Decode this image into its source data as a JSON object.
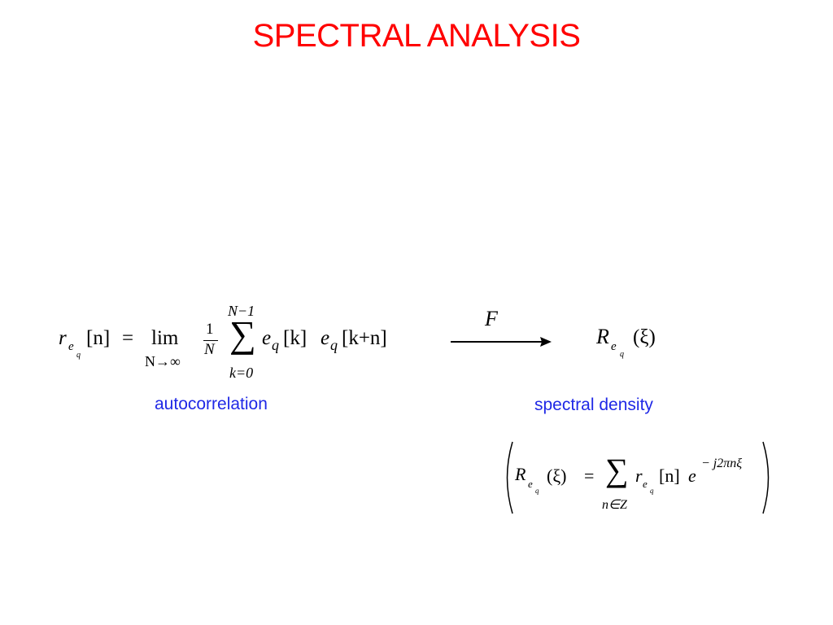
{
  "slide": {
    "title": "SPECTRAL ANALYSIS"
  },
  "autocorrelation": {
    "caption": "autocorrelation",
    "lhs_symbol": "r",
    "lhs_sub": "e",
    "lhs_subsub": "q",
    "lhs_arg": "[n]",
    "equals": "=",
    "lim": "lim",
    "lim_under": "N→∞",
    "frac_num": "1",
    "frac_den": "N",
    "sum_upper": "N−1",
    "sum_lower": "k=0",
    "sum_symbol": "∑",
    "term1": "e",
    "term1_sub": "q",
    "term1_arg": "[k]",
    "term2": "e",
    "term2_sub": "q",
    "term2_arg": "[k+n]"
  },
  "transform": {
    "label": "F"
  },
  "spectral_density": {
    "caption": "spectral density",
    "symbol": "R",
    "sub": "e",
    "subsub": "q",
    "arg": "(ξ)"
  },
  "definition": {
    "lhs_symbol": "R",
    "lhs_sub": "e",
    "lhs_subsub": "q",
    "lhs_arg": "(ξ)",
    "equals": "=",
    "sum_symbol": "∑",
    "sum_lower": "n∈Z",
    "r_symbol": "r",
    "r_sub": "e",
    "r_subsub": "q",
    "r_arg": "[n]",
    "exp_base": "e",
    "exp_power": "− j2πnξ",
    "bracket_left": "(",
    "bracket_right": ")"
  }
}
